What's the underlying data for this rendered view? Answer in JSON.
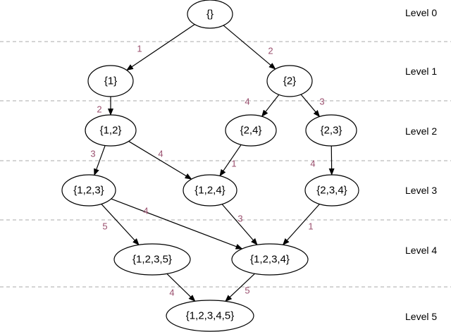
{
  "colors": {
    "edge": "#000000",
    "weight": "#9a4f6e",
    "separator": "#aaaaaa",
    "node_fill": "#ffffff"
  },
  "levels": [
    "Level 0",
    "Level 1",
    "Level 2",
    "Level 3",
    "Level 4",
    "Level 5"
  ],
  "nodes": [
    {
      "id": "n0",
      "label": "{}"
    },
    {
      "id": "n1",
      "label": "{1}"
    },
    {
      "id": "n2",
      "label": "{2}"
    },
    {
      "id": "n12",
      "label": "{1,2}"
    },
    {
      "id": "n24",
      "label": "{2,4}"
    },
    {
      "id": "n23",
      "label": "{2,3}"
    },
    {
      "id": "n123",
      "label": "{1,2,3}"
    },
    {
      "id": "n124",
      "label": "{1,2,4}"
    },
    {
      "id": "n234",
      "label": "{2,3,4}"
    },
    {
      "id": "n1235",
      "label": "{1,2,3,5}"
    },
    {
      "id": "n1234",
      "label": "{1,2,3,4}"
    },
    {
      "id": "n12345",
      "label": "{1,2,3,4,5}"
    }
  ],
  "edges": [
    {
      "from": "n0",
      "to": "n1",
      "weight": "1"
    },
    {
      "from": "n0",
      "to": "n2",
      "weight": "2"
    },
    {
      "from": "n1",
      "to": "n12",
      "weight": "2"
    },
    {
      "from": "n2",
      "to": "n24",
      "weight": "4"
    },
    {
      "from": "n2",
      "to": "n23",
      "weight": "3"
    },
    {
      "from": "n12",
      "to": "n123",
      "weight": "3"
    },
    {
      "from": "n12",
      "to": "n124",
      "weight": "4"
    },
    {
      "from": "n24",
      "to": "n124",
      "weight": "1"
    },
    {
      "from": "n23",
      "to": "n234",
      "weight": "4"
    },
    {
      "from": "n123",
      "to": "n1235",
      "weight": "5"
    },
    {
      "from": "n123",
      "to": "n1234",
      "weight": "4"
    },
    {
      "from": "n124",
      "to": "n1234",
      "weight": "3"
    },
    {
      "from": "n234",
      "to": "n1234",
      "weight": "1"
    },
    {
      "from": "n1235",
      "to": "n12345",
      "weight": "4"
    },
    {
      "from": "n1234",
      "to": "n12345",
      "weight": "5"
    }
  ]
}
